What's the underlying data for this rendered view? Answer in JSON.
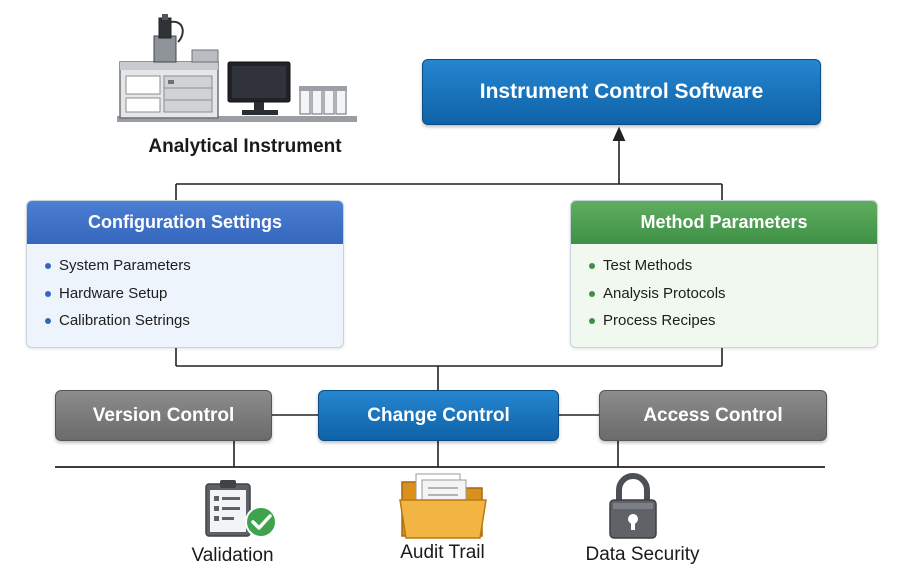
{
  "instrument": {
    "label": "Analytical Instrument",
    "icon": "lab-instrument-icon"
  },
  "software": {
    "title": "Instrument Control Software",
    "color": "#1470b8"
  },
  "configuration": {
    "title": "Configuration Settings",
    "color": "#3d6fc6",
    "items": [
      "System Parameters",
      "Hardware Setup",
      "Calibration Setrings"
    ]
  },
  "method": {
    "title": "Method Parameters",
    "color": "#4a9e50",
    "items": [
      "Test Methods",
      "Analysis Protocols",
      "Process Recipes"
    ]
  },
  "controls": {
    "version": "Version Control",
    "change": "Change Control",
    "access": "Access Control",
    "gray_color": "#7a7a7a",
    "blue_color": "#1470b8"
  },
  "outputs": {
    "validation": {
      "label": "Validation",
      "icon": "checklist-icon"
    },
    "audit": {
      "label": "Audit Trail",
      "icon": "folder-icon"
    },
    "security": {
      "label": "Data Security",
      "icon": "padlock-icon"
    }
  }
}
